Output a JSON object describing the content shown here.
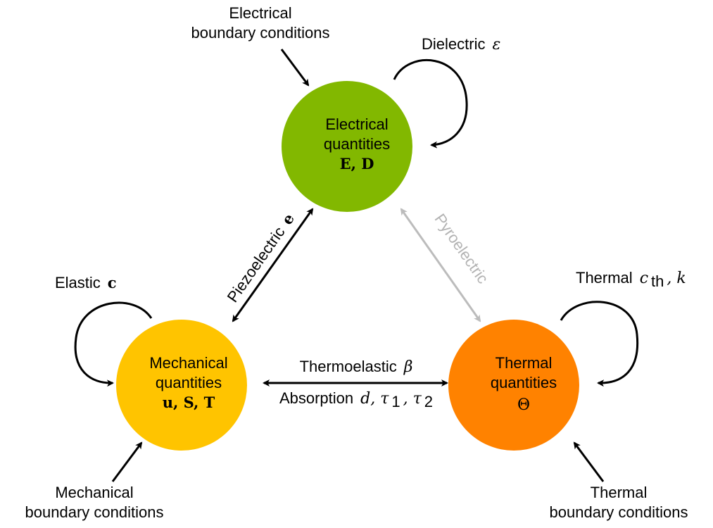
{
  "colors": {
    "electrical": "#82b800",
    "mechanical": "#ffc400",
    "thermal": "#ff8200",
    "pyro": "#bcbcbc",
    "stroke": "#000000"
  },
  "nodes": {
    "electrical": {
      "line1": "Electrical",
      "line2": "quantities",
      "symbols": "E, D"
    },
    "mechanical": {
      "line1": "Mechanical",
      "line2": "quantities",
      "symbols": "u, S, T"
    },
    "thermal": {
      "line1": "Thermal",
      "line2": "quantities",
      "symbols": "Θ"
    }
  },
  "boundary": {
    "electrical": {
      "line1": "Electrical",
      "line2": "boundary conditions"
    },
    "mechanical": {
      "line1": "Mechanical",
      "line2": "boundary conditions"
    },
    "thermal": {
      "line1": "Thermal",
      "line2": "boundary conditions"
    }
  },
  "self_loops": {
    "dielectric": {
      "text": "Dielectric",
      "symbol": "ε"
    },
    "elastic": {
      "text": "Elastic",
      "symbol": "c"
    },
    "thermal": {
      "text": "Thermal",
      "symbol": "c",
      "subscript": "th",
      "extra": ", k"
    }
  },
  "couplings": {
    "piezo": {
      "text": "Piezoelectric",
      "symbol": "e"
    },
    "pyro": {
      "text": "Pyroelectric"
    },
    "thermoelastic": {
      "text": "Thermoelastic",
      "symbol": "β"
    },
    "absorption": {
      "text": "Absorption",
      "symbol": "d, τ",
      "sub1": "1",
      "mid": ", τ",
      "sub2": "2"
    }
  }
}
